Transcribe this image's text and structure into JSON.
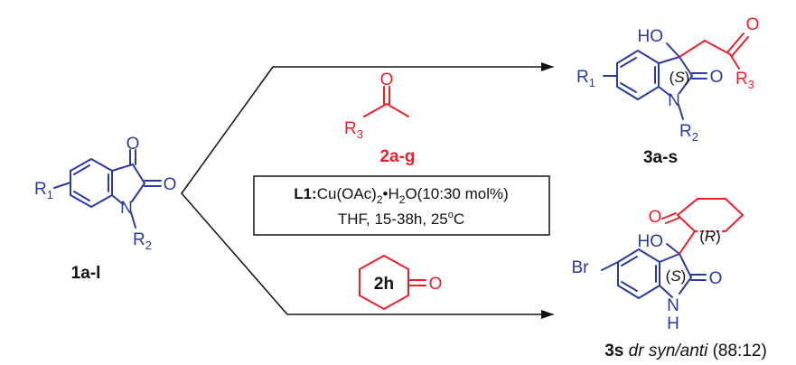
{
  "colors": {
    "blue": "#2b3a9e",
    "red": "#e8202a",
    "black": "#111111"
  },
  "reactant": {
    "label": "1a-l",
    "atoms": {
      "r1": "R",
      "r1_sub": "1",
      "o_top": "O",
      "o_right": "O",
      "n": "N",
      "r2": "R",
      "r2_sub": "2"
    }
  },
  "ketone_2ag": {
    "label": "2a-g",
    "atoms": {
      "o": "O",
      "r3": "R",
      "r3_sub": "3"
    }
  },
  "conditions": {
    "line1_bold": "L1:",
    "line1_rest_parts": [
      "Cu(OAc)",
      "2",
      "•H",
      "2",
      "O(10:30 mol%)"
    ],
    "line2_parts": [
      "THF, 15-38h, 25",
      "o",
      "C"
    ]
  },
  "ketone_2h": {
    "label": "2h",
    "atoms": {
      "o": "O"
    }
  },
  "product_3as": {
    "label": "3a-s",
    "stereo": "S",
    "atoms": {
      "ho": "HO",
      "o_ketone": "O",
      "r3": "R",
      "r3_sub": "3",
      "r1": "R",
      "r1_sub": "1",
      "o_lactam": "O",
      "n": "N",
      "r2": "R",
      "r2_sub": "2"
    }
  },
  "product_3s": {
    "label_bold": "3s",
    "label_italic": "dr syn/anti",
    "label_ratio": "(88:12)",
    "stereo_1": "S",
    "stereo_2": "R",
    "atoms": {
      "o_ketone": "O",
      "ho": "HO",
      "br": "Br",
      "o_lactam": "O",
      "nh_n": "N",
      "nh_h": "H"
    }
  }
}
